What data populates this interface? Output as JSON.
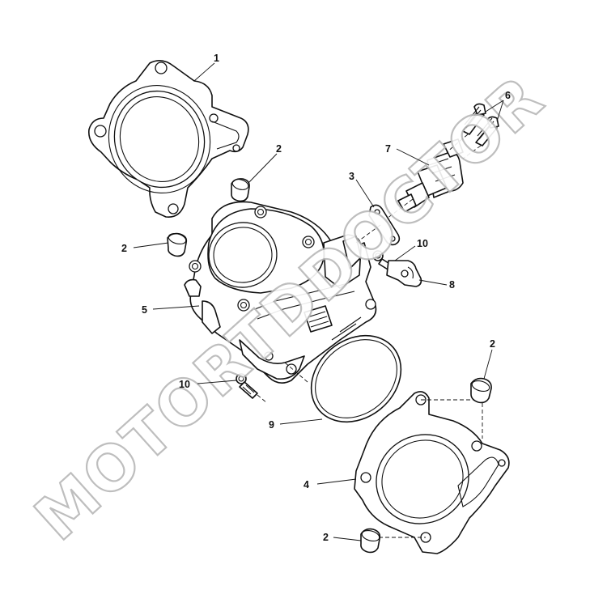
{
  "watermark": {
    "text": "MOTORTDDOCTOR"
  },
  "callouts": {
    "c1": "1",
    "c2_top": "2",
    "c2_left": "2",
    "c2_right": "2",
    "c2_bottom": "2",
    "c3": "3",
    "c4": "4",
    "c5": "5",
    "c6": "6",
    "c7": "7",
    "c8": "8",
    "c9": "9",
    "c10_right": "10",
    "c10_left": "10"
  }
}
